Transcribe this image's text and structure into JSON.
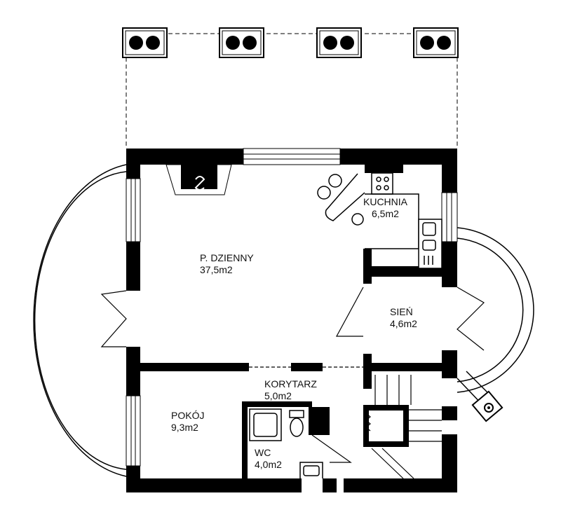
{
  "plan": {
    "rooms": [
      {
        "name": "P. DZIENNY",
        "area": "37,5m2"
      },
      {
        "name": "KUCHNIA",
        "area": "6,5m2"
      },
      {
        "name": "SIEŃ",
        "area": "4,6m2"
      },
      {
        "name": "KORYTARZ",
        "area": "5,0m2"
      },
      {
        "name": "POKÓJ",
        "area": "9,3m2"
      },
      {
        "name": "WC",
        "area": "4,0m2"
      }
    ],
    "colors": {
      "wall": "#000000",
      "background": "#ffffff"
    }
  }
}
